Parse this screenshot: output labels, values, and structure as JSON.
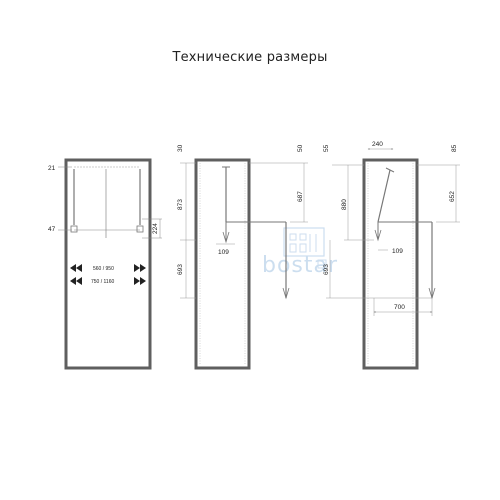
{
  "title": "Технические размеры",
  "watermark": "bostar",
  "colors": {
    "cabinet": "#5f5f5f",
    "dim_line": "#9a9a9a",
    "mechanism": "#777777",
    "watermark": "#c7dbee"
  },
  "front": {
    "dims": {
      "top": "21",
      "bottom": "47",
      "depth": "224"
    },
    "widths": {
      "row1": "560 / 950",
      "row2": "750 / 1160"
    }
  },
  "side1": {
    "dims": {
      "top": "30",
      "left_upper": "873",
      "left_lower": "693",
      "right_top": "50",
      "right_mid": "687",
      "bottom_width": "109"
    }
  },
  "side2": {
    "dims": {
      "top_left": "55",
      "top_width": "240",
      "top_right": "85",
      "left_upper": "880",
      "left_lower": "693",
      "right": "652",
      "mid_width": "109",
      "reach": "700"
    }
  }
}
